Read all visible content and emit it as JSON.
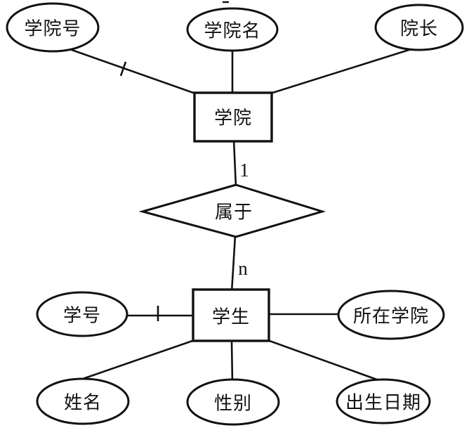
{
  "diagram": {
    "kind": "entity-relationship-diagram",
    "colors": {
      "background": "#ffffff",
      "stroke": "#111111",
      "text": "#111111"
    },
    "entities": {
      "college": {
        "label": "学院"
      },
      "student": {
        "label": "学生"
      }
    },
    "relationship": {
      "label": "属于",
      "cardinality_college_side": "1",
      "cardinality_student_side": "n"
    },
    "college_attributes": {
      "college_id": {
        "label": "学院号",
        "key_tick": true
      },
      "college_name": {
        "label": "学院名"
      },
      "dean": {
        "label": "院长"
      }
    },
    "student_attributes": {
      "student_id": {
        "label": "学号",
        "key_tick": true
      },
      "enrolled_college": {
        "label": "所在学院"
      },
      "name": {
        "label": "姓名"
      },
      "gender": {
        "label": "性别"
      },
      "birth_date": {
        "label": "出生日期"
      }
    }
  }
}
